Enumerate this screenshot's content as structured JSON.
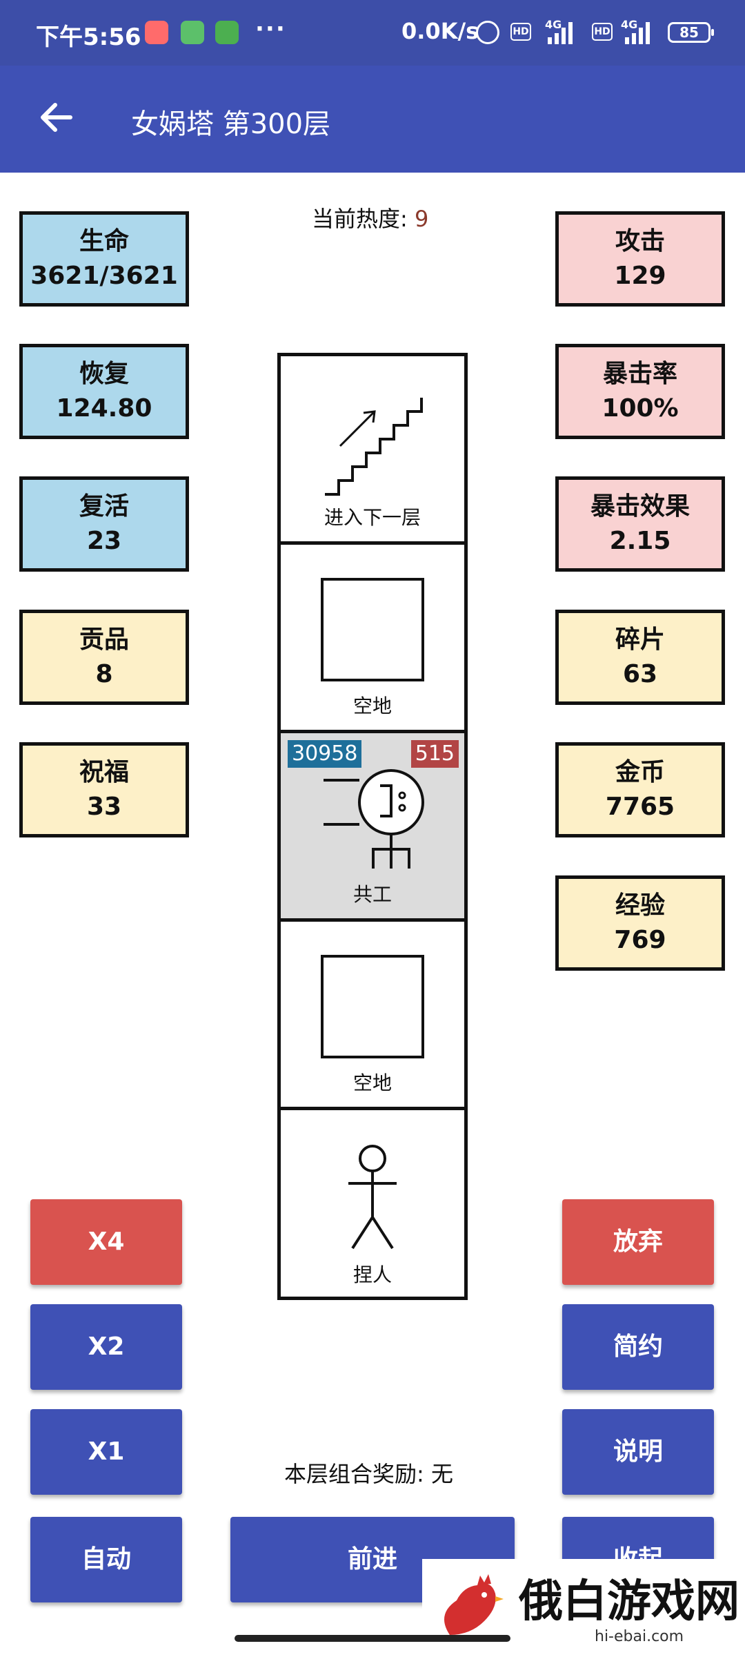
{
  "status_bar": {
    "time": "下午5:56",
    "dots": "···",
    "speed": "0.0K/s",
    "hd1": "HD",
    "net1": "4G",
    "hd2": "HD",
    "net2": "4G",
    "battery": "85"
  },
  "header": {
    "back_icon": "arrow-left-icon",
    "title": "女娲塔 第300层"
  },
  "heat": {
    "label": "当前热度: ",
    "value": "9"
  },
  "left_stats": [
    {
      "label": "生命",
      "value": "3621/3621",
      "color": "#add8ec"
    },
    {
      "label": "恢复",
      "value": "124.80",
      "color": "#add8ec"
    },
    {
      "label": "复活",
      "value": "23",
      "color": "#add8ec"
    },
    {
      "label": "贡品",
      "value": "8",
      "color": "#fdf0c8"
    },
    {
      "label": "祝福",
      "value": "33",
      "color": "#fdf0c8"
    }
  ],
  "right_stats": [
    {
      "label": "攻击",
      "value": "129",
      "color": "#f9d2d2"
    },
    {
      "label": "暴击率",
      "value": "100%",
      "color": "#f9d2d2"
    },
    {
      "label": "暴击效果",
      "value": "2.15",
      "color": "#f9d2d2"
    },
    {
      "label": "碎片",
      "value": "63",
      "color": "#fdf0c8"
    },
    {
      "label": "金币",
      "value": "7765",
      "color": "#fdf0c8"
    },
    {
      "label": "经验",
      "value": "769",
      "color": "#fdf0c8"
    }
  ],
  "tower": {
    "cells": [
      {
        "label": "进入下一层",
        "icon": "stairs-icon"
      },
      {
        "label": "空地",
        "icon": "empty-square-icon"
      },
      {
        "label": "共工",
        "icon": "enemy-icon",
        "hp": "30958",
        "attack": "515"
      },
      {
        "label": "空地",
        "icon": "empty-square-icon"
      },
      {
        "label": "捏人",
        "icon": "stick-figure-icon"
      }
    ]
  },
  "left_buttons": [
    "X4",
    "X2",
    "X1",
    "自动"
  ],
  "right_buttons": [
    "放弃",
    "简约",
    "说明",
    "收起"
  ],
  "advance_button": "前进",
  "reward": "本层组合奖励: 无",
  "watermark": {
    "text": "俄白游戏网",
    "sub": "hi-ebai.com"
  }
}
